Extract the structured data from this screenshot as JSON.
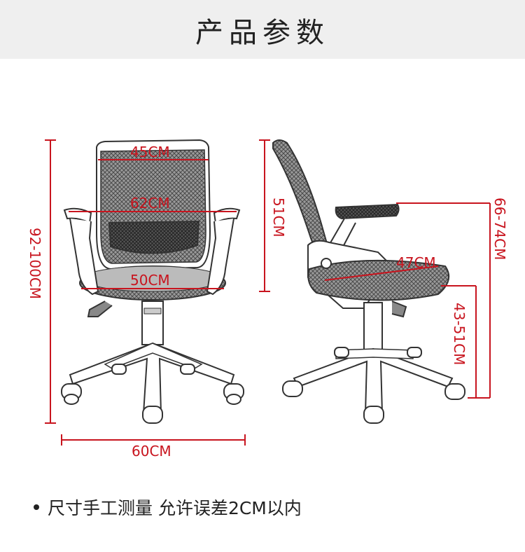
{
  "header": {
    "title": "产品参数"
  },
  "dimensions": {
    "front_backrest_width": "45CM",
    "front_armrest_width": "62CM",
    "front_seat_width": "50CM",
    "front_total_height": "92-100CM",
    "base_width": "60CM",
    "side_backrest_height": "51CM",
    "side_seat_depth": "47CM",
    "side_armrest_height": "66-74CM",
    "side_seat_height": "43-51CM"
  },
  "footer": {
    "note": "尺寸手工测量 允许误差2CM以内"
  },
  "colors": {
    "dimension": "#c8141e",
    "header_bg": "#efefef",
    "line_art": "#333333"
  }
}
